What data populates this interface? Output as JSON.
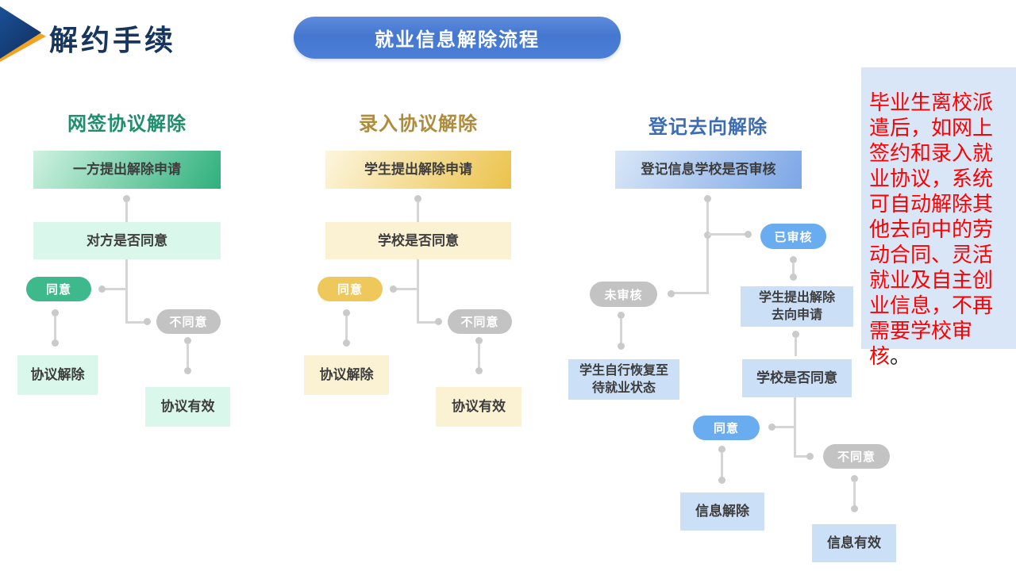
{
  "slide": {
    "title": "解约手续",
    "banner": "就业信息解除流程"
  },
  "note": {
    "text": "毕业生离校派\n遣后，如网上\n签约和录入就\n业协议，系统\n可自动解除其\n他去向中的劳\n动合同、灵活\n就业及自主创\n业信息，不再\n需要学校审核",
    "period": "。"
  },
  "columns": [
    {
      "title": "网签协议解除",
      "step1": "一方提出解除申请",
      "step2": "对方是否同意",
      "agree": "同意",
      "disagree": "不同意",
      "agree_result": "协议解除",
      "disagree_result": "协议有效"
    },
    {
      "title": "录入协议解除",
      "step1": "学生提出解除申请",
      "step2": "学校是否同意",
      "agree": "同意",
      "disagree": "不同意",
      "agree_result": "协议解除",
      "disagree_result": "协议有效"
    },
    {
      "title": "登记去向解除",
      "step1": "登记信息学校是否审核",
      "reviewed": "已审核",
      "unreviewed": "未审核",
      "unreviewed_result": "学生自行恢复至\n待就业状态",
      "reviewed_step": "学生提出解除\n去向申请",
      "school_agree": "学校是否同意",
      "agree": "同意",
      "disagree": "不同意",
      "agree_result": "信息解除",
      "disagree_result": "信息有效"
    }
  ],
  "colors": {
    "title_navy": "#17365D",
    "banner_blue": "#4B80D8",
    "arrow_orange": "#F2A324",
    "green_accent": "#2FB07D",
    "green_light": "#D9F8EB",
    "gold_accent": "#EBC24B",
    "gold_light": "#FBF2D3",
    "blue_accent": "#69ACEF",
    "blue_light": "#CBDFF7",
    "gray_pill": "#C3C3C3",
    "connector_gray": "#D5D5D5",
    "note_bg": "#D9E6F8",
    "note_red": "#FE0000"
  }
}
